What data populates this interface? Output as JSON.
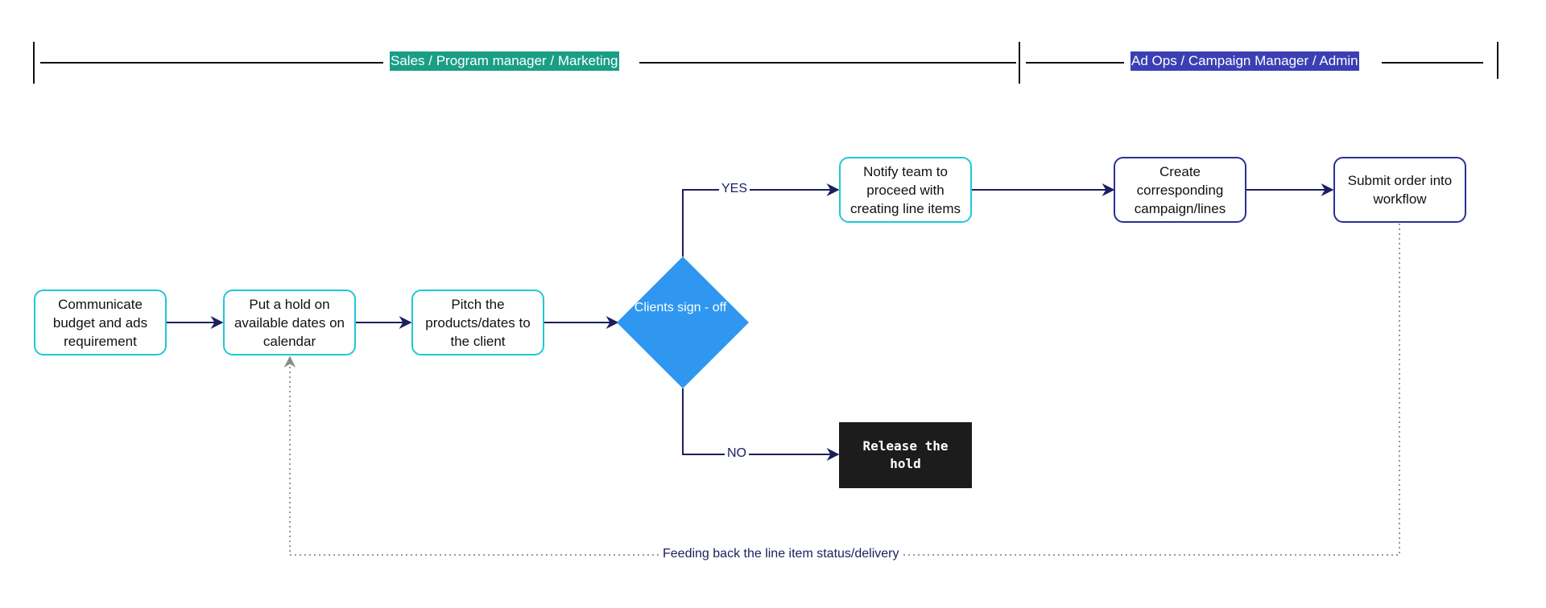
{
  "colors": {
    "lane_sales": "#1a9e86",
    "lane_adops": "#3b3fb3",
    "teal_border": "#1fc8d6",
    "navy_border": "#2b2f96",
    "decision_fill": "#2f97f0",
    "terminal_fill": "#1c1c1c",
    "arrow": "#1b1f5e",
    "feedback_line": "#8a8a8a"
  },
  "lanes": {
    "sales": "Sales / Program manager / Marketing",
    "adops": "Ad Ops / Campaign Manager / Admin"
  },
  "nodes": {
    "communicate": "Communicate budget and ads requirement",
    "hold": "Put a hold on available dates on calendar",
    "pitch": "Pitch the products/dates to the client",
    "decision": "Clients sign - off",
    "notify": "Notify team to proceed with creating line items",
    "create": "Create corresponding campaign/lines",
    "submit": "Submit order into workflow",
    "release": "Release the hold"
  },
  "edges": {
    "yes": "YES",
    "no": "NO",
    "feedback": "Feeding back the line item status/delivery"
  }
}
